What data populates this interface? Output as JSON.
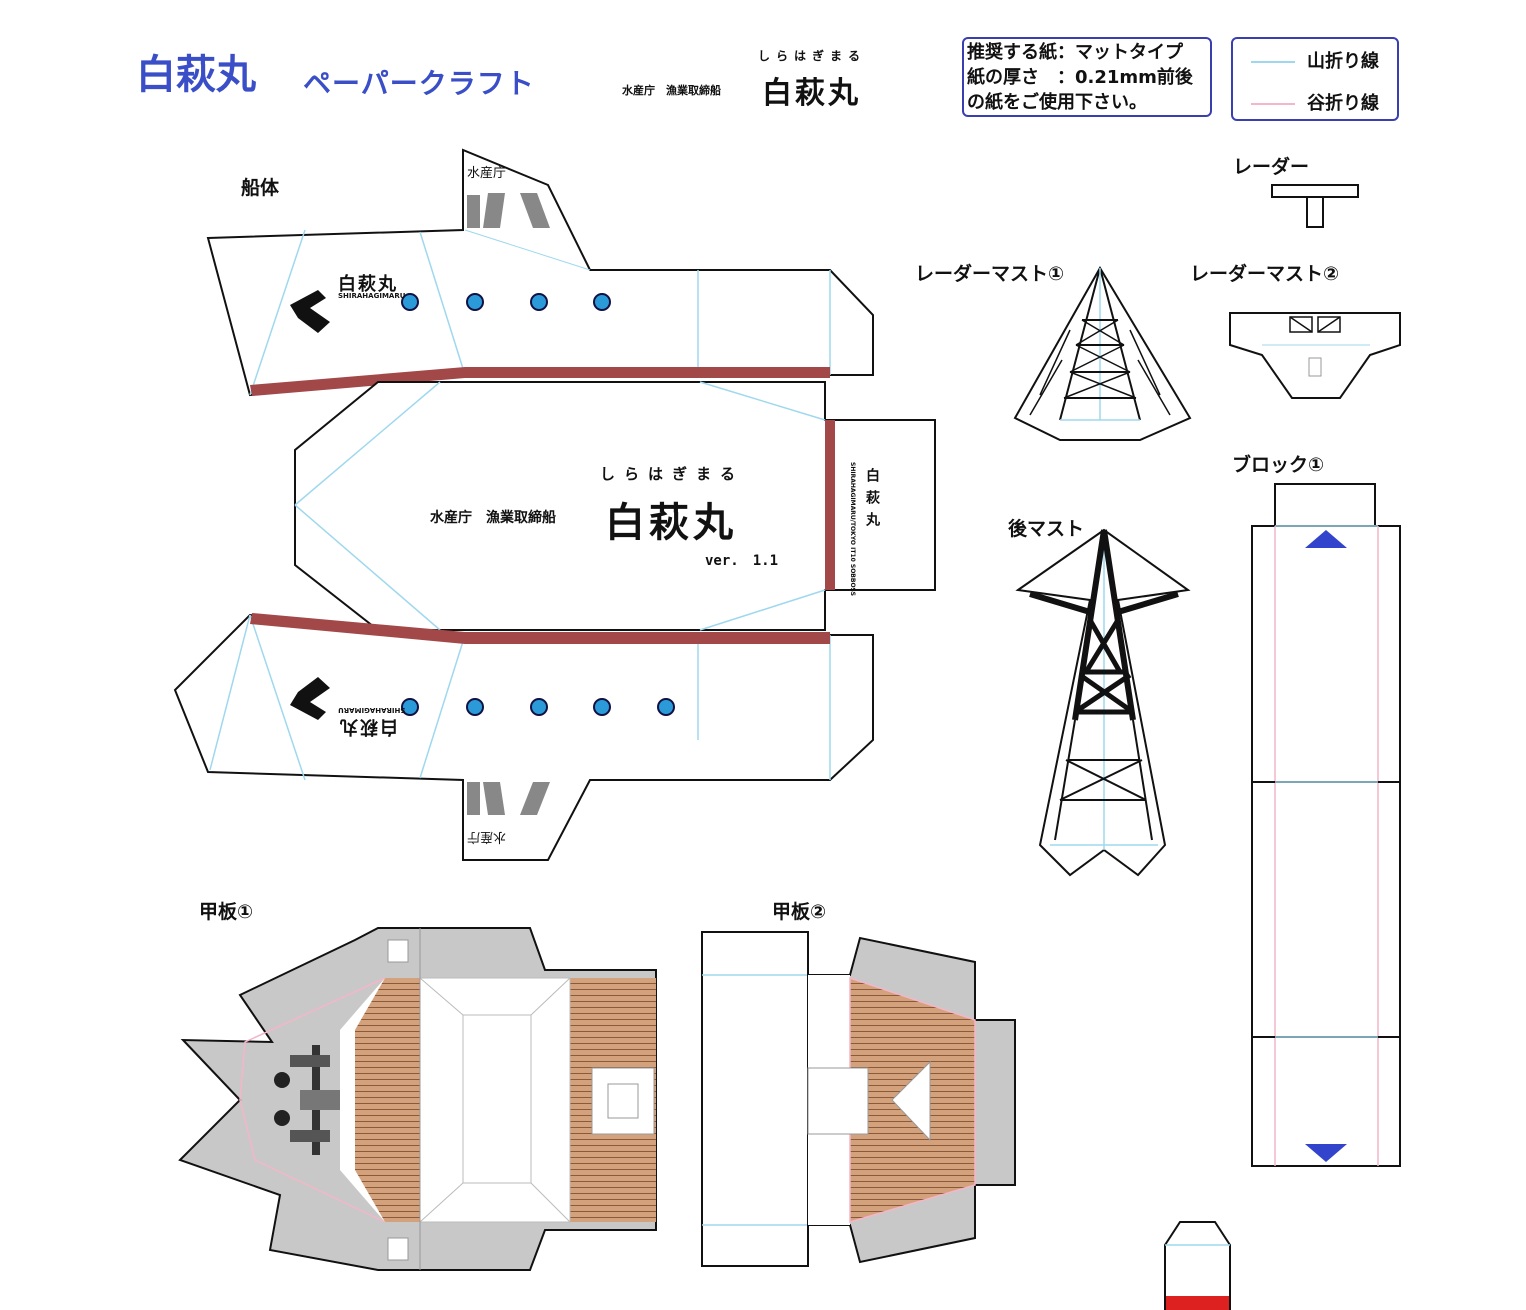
{
  "header": {
    "title": "白萩丸",
    "subtitle": "ペーパークラフト",
    "agency_label": "水産庁　漁業取締船",
    "ship_kana": "しらはぎまる",
    "ship_name": "白萩丸"
  },
  "paper_note": {
    "line1": "推奨する紙：マットタイプ",
    "line2": "紙の厚さ　：0.21mm前後",
    "line3": "の紙をご使用下さい。"
  },
  "legend": {
    "mountain": {
      "label": "山折り線",
      "color": "#9fd8ee"
    },
    "valley": {
      "label": "谷折り線",
      "color": "#f4b6c8"
    }
  },
  "parts": {
    "hull": "船体",
    "radar": "レーダー",
    "radar_mast_1": "レーダーマスト①",
    "radar_mast_2": "レーダーマスト②",
    "block_1": "ブロック①",
    "rear_mast": "後マスト",
    "deck_1": "甲板①",
    "deck_2": "甲板②"
  },
  "hull_print": {
    "kana": "しらはぎまる",
    "agency": "水産庁　漁業取締船",
    "name": "白萩丸",
    "version": "ver.　1.1",
    "side_name": "白萩丸",
    "side_romaji": "SHIRAHAGIMARU",
    "tab_agency": "水産庁",
    "stern_name": "白萩丸",
    "stern_romaji": "SHIRAHAGIMARU/TOKYO IT10 SOBBOSS"
  },
  "colors": {
    "outline": "#111111",
    "title_blue": "#3a4fc7",
    "box_border": "#3a3fb0",
    "hull_stripe": "#a24848",
    "porthole": "#2a9ad8",
    "deck_wood": "#d3a27c",
    "deck_grey": "#c8c8c8",
    "arrow_blue": "#3344cc",
    "red_band": "#dd2020"
  }
}
